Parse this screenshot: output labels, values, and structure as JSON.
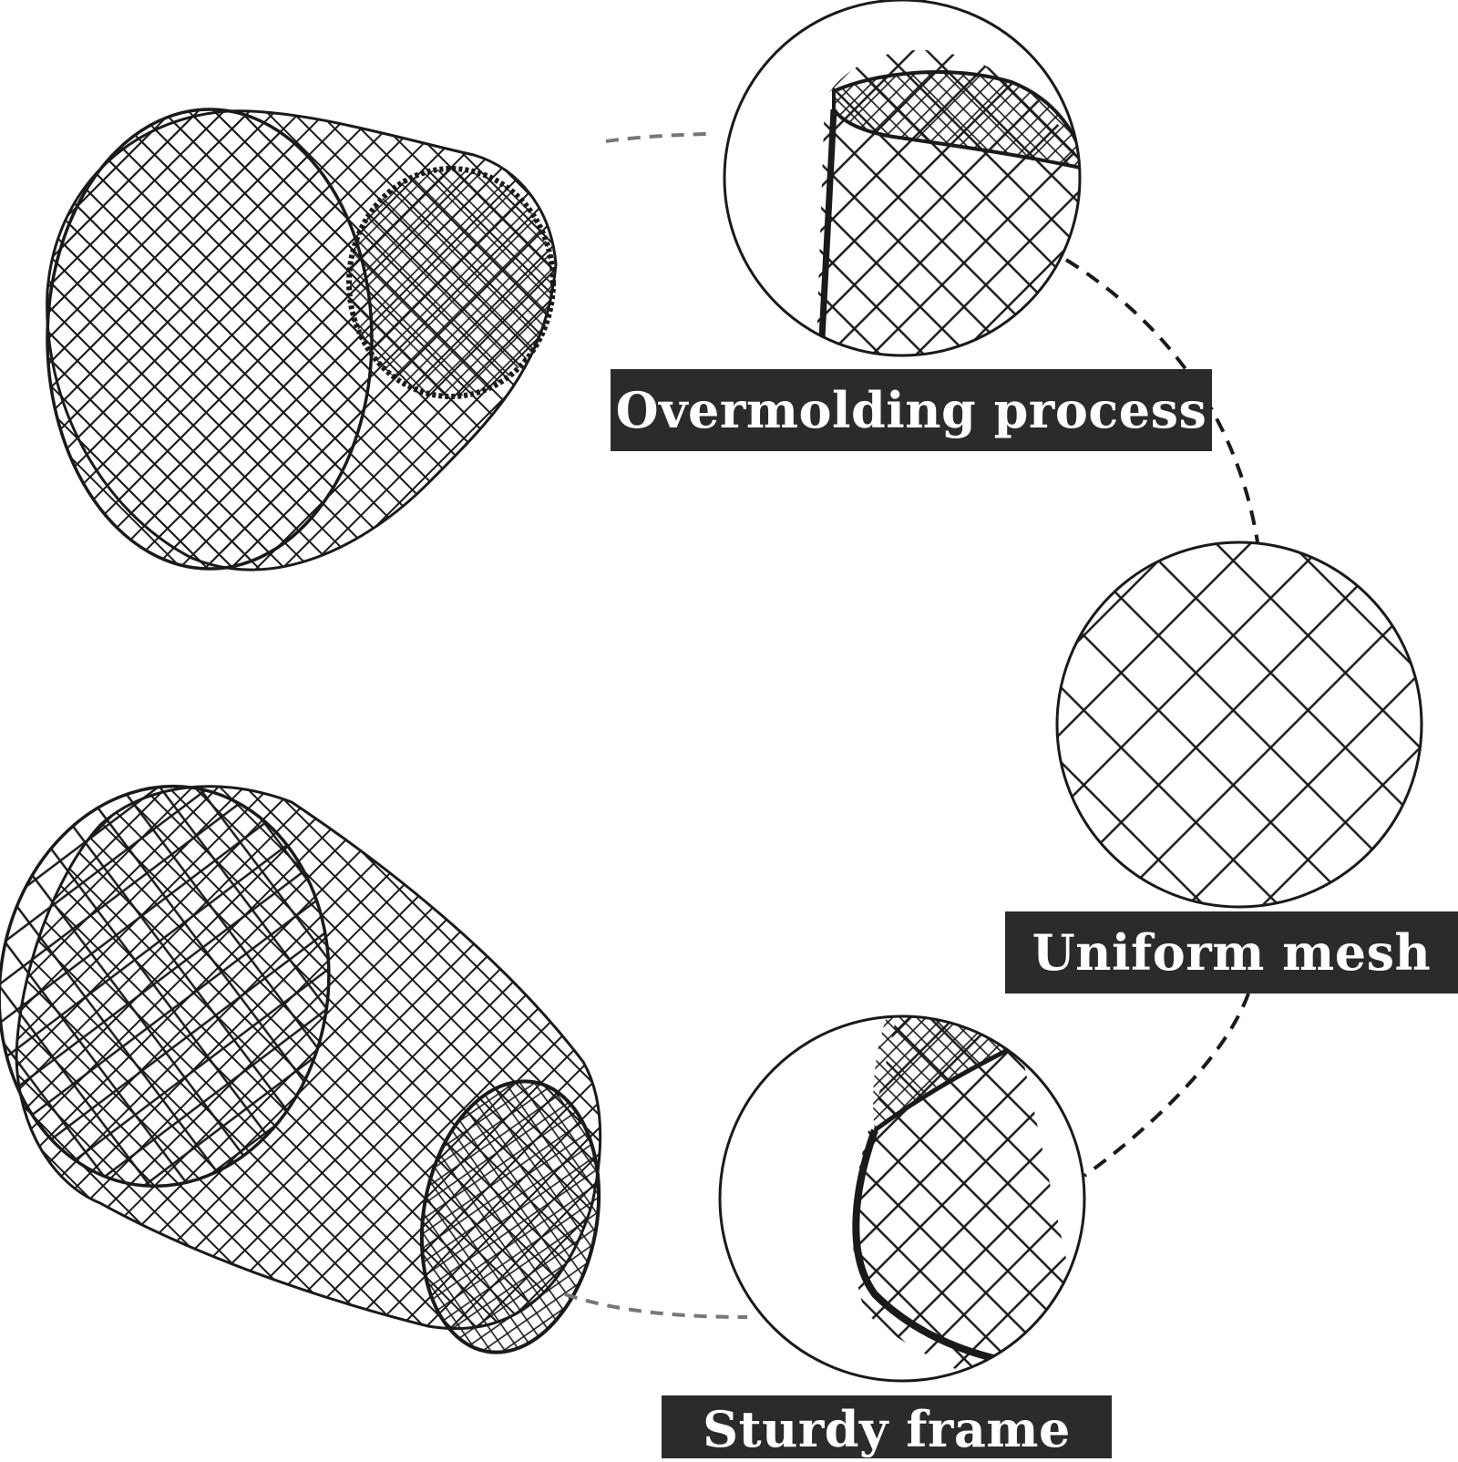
{
  "labels": {
    "overmolding": "Overmolding process",
    "uniform": "Uniform mesh",
    "sturdy": "Sturdy frame"
  },
  "colors": {
    "background": "#ffffff",
    "label_background": "#2b2b2b",
    "label_text": "#ffffff",
    "line": "#1a1a1a"
  },
  "icons": {
    "top_basket": "mesh-basket-tilted-icon",
    "bottom_basket": "mesh-basket-upright-icon",
    "zoom_top": "rim-closeup-circle",
    "zoom_middle": "mesh-closeup-circle",
    "zoom_bottom": "frame-closeup-circle"
  }
}
